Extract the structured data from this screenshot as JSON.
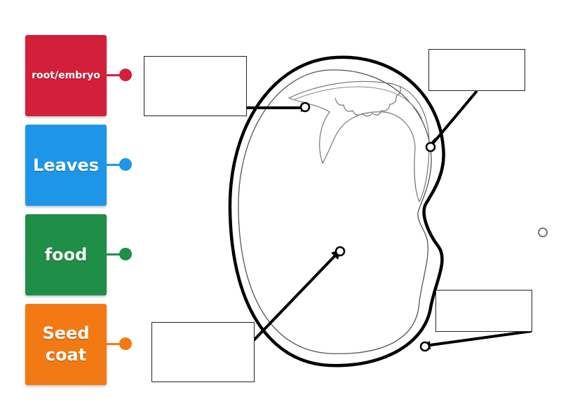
{
  "labels": [
    {
      "text": "root/embryo",
      "color": "#d41f3a"
    },
    {
      "text": "Leaves",
      "color": "#1e96e8"
    },
    {
      "text": "food",
      "color": "#1f8e47"
    },
    {
      "text": "Seed coat",
      "color": "#f37a12"
    }
  ],
  "drop_zones": [
    "",
    "",
    "",
    ""
  ]
}
